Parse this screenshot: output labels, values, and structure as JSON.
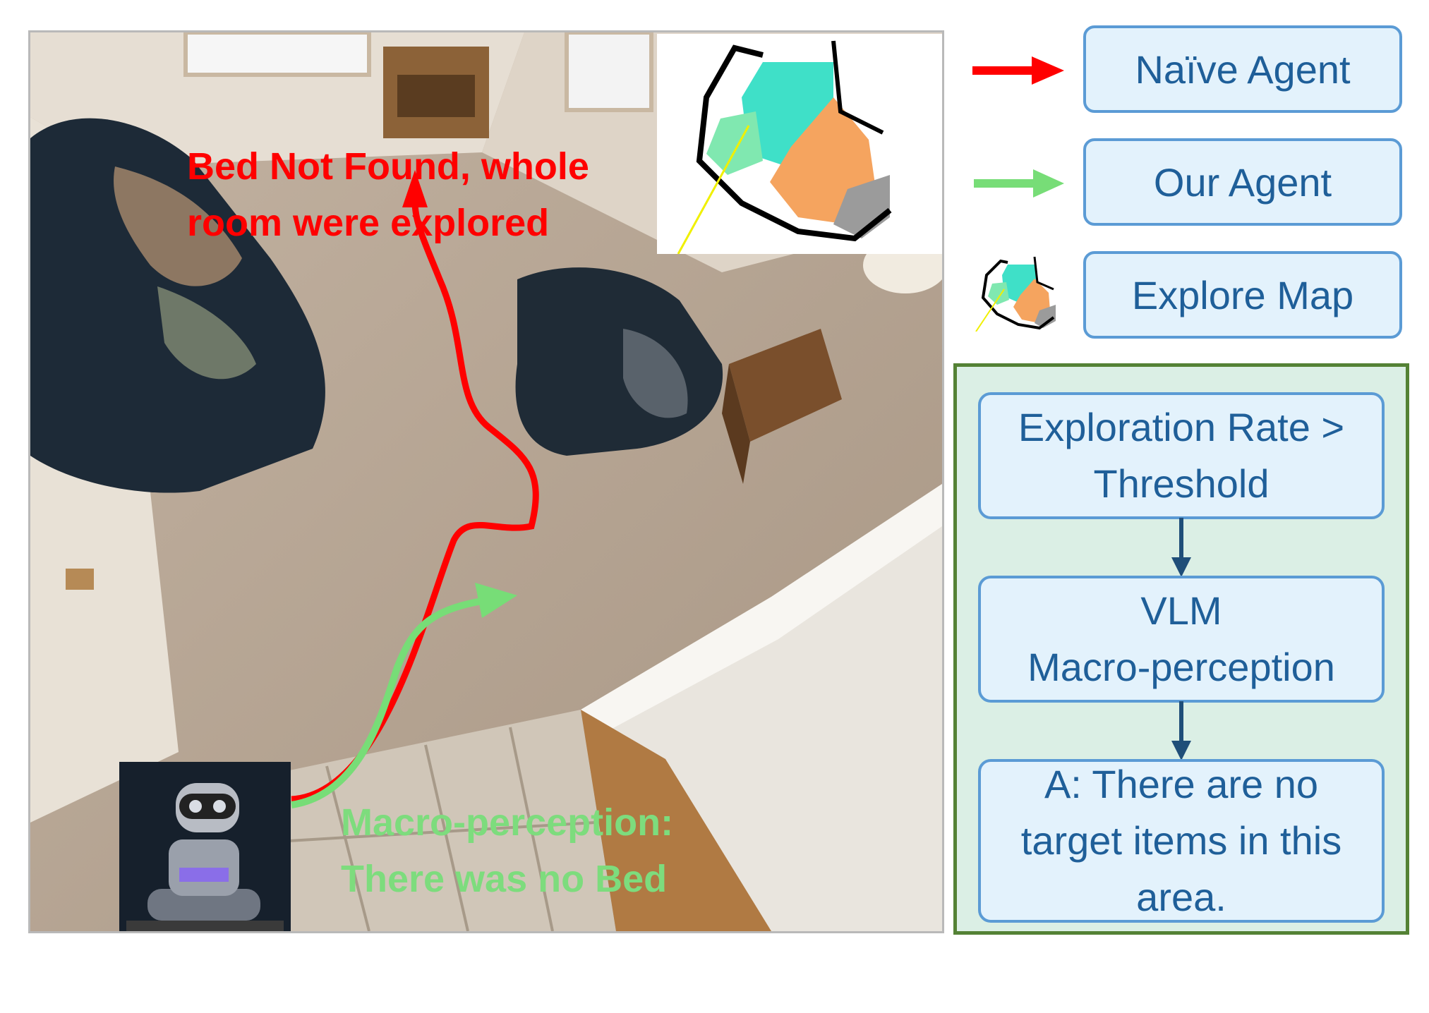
{
  "scene": {
    "red_note_line1": "Bed Not Found, whole",
    "red_note_line2": "room were explored",
    "green_note_line1": "Macro-perception:",
    "green_note_line2": "There was no Bed",
    "colors": {
      "red_path": "#ff0000",
      "green_path": "#77dd77"
    }
  },
  "legend": {
    "naive_label": "Naïve Agent",
    "ours_label": "Our Agent",
    "map_label": "Explore Map"
  },
  "flow": {
    "step1_line1": "Exploration Rate >",
    "step1_line2": "Threshold",
    "step2_line1": "VLM",
    "step2_line2": "Macro-perception",
    "step3_line1": "A: There are no",
    "step3_line2": "target items in this",
    "step3_line3": "area."
  },
  "icons": [
    "robot-image",
    "explore-map-icon",
    "red-arrow-icon",
    "green-arrow-icon"
  ],
  "colors": {
    "box_fill": "#e3f2fc",
    "box_border": "#5b9bd5",
    "box_text": "#1f5f99",
    "panel_fill": "#dbefe5",
    "panel_border": "#548235"
  }
}
